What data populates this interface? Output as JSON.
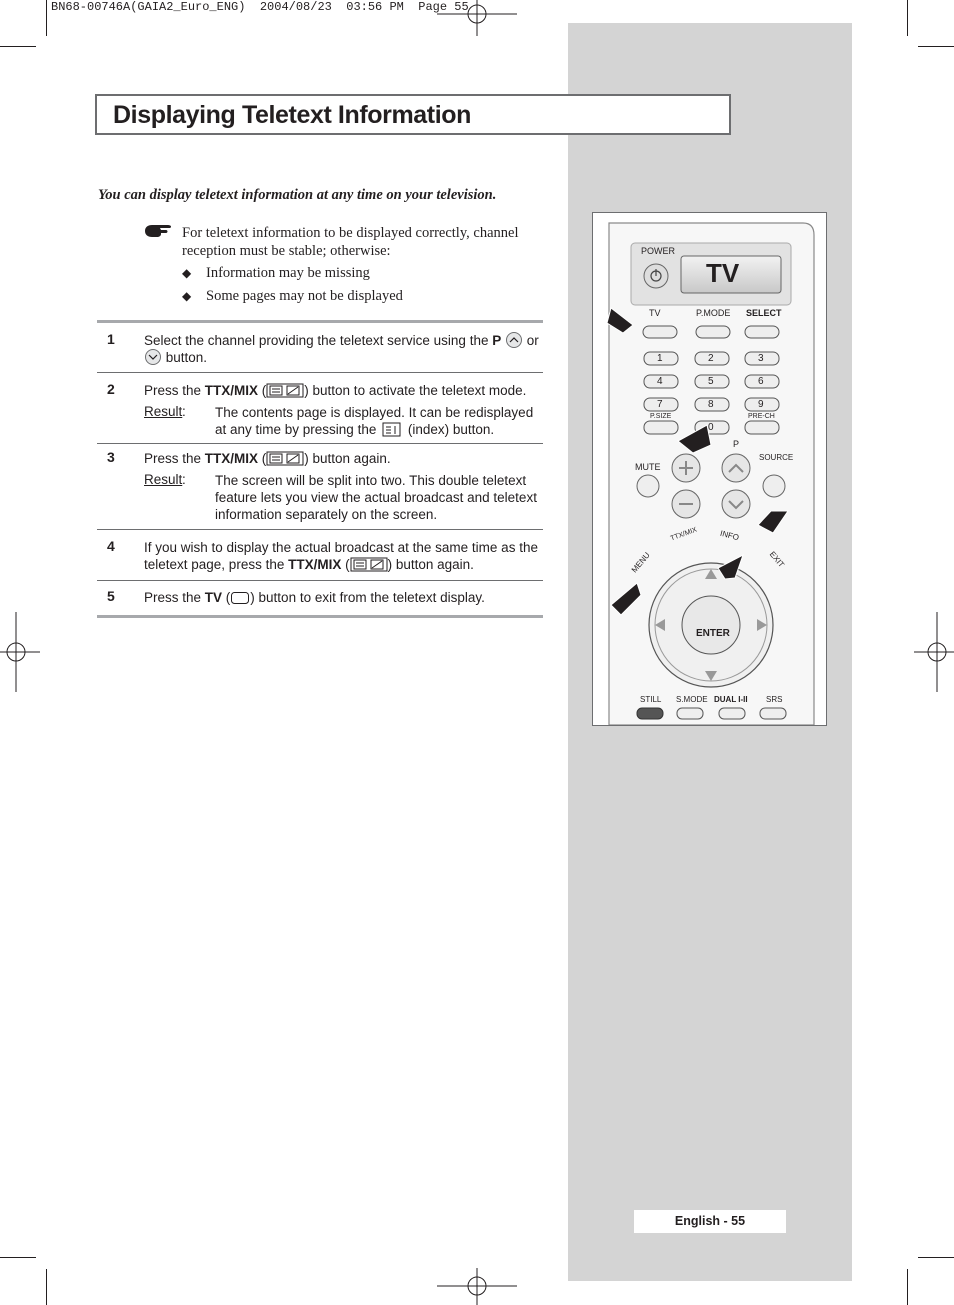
{
  "header": {
    "line": "BN68-00746A(GAIA2_Euro_ENG)  2004/08/23  03:56 PM  Page 55"
  },
  "page": {
    "title": "Displaying Teletext Information",
    "intro": "You can display teletext information at any time on your television.",
    "note": {
      "text": "For teletext information to be displayed correctly, channel reception must be stable; otherwise:",
      "bullets": [
        "Information may be missing",
        "Some pages may not be displayed"
      ]
    },
    "steps": [
      {
        "num": "1",
        "a": "Select the channel providing the teletext service using the ",
        "b": "P",
        "c": " or",
        "d": " button."
      },
      {
        "num": "2",
        "a": "Press the ",
        "b": "TTX/MIX",
        "c": " (",
        "d": ") button to activate the teletext mode.",
        "result_label": "Result",
        "result": "The contents page is displayed. It can be redisplayed at any time by pressing the",
        "result_tail": "(index) button."
      },
      {
        "num": "3",
        "a": "Press the ",
        "b": "TTX/MIX",
        "c": " (",
        "d": ") button again.",
        "result_label": "Result",
        "result": "The screen will be split into two. This double teletext feature lets you view the actual broadcast and teletext information separately on the screen."
      },
      {
        "num": "4",
        "a": "If you wish to display the actual broadcast at the same time as the teletext page, press the ",
        "b": "TTX/MIX",
        "c": " (",
        "d": ") button again."
      },
      {
        "num": "5",
        "a": "Press the ",
        "b": "TV",
        "c": " (",
        "d": ") button to exit from the teletext display."
      }
    ],
    "footer": "English - 55"
  },
  "remote": {
    "power": "POWER",
    "tv": "TV",
    "tv_label": "TV",
    "pmode": "P.MODE",
    "select": "SELECT",
    "digits": [
      "1",
      "2",
      "3",
      "4",
      "5",
      "6",
      "7",
      "8",
      "9",
      "0"
    ],
    "psize": "P.SIZE",
    "prech": "PRE-CH",
    "mute": "MUTE",
    "p": "P",
    "source": "SOURCE",
    "menu": "MENU",
    "ttxmix": "TTX/MIX",
    "info": "INFO",
    "exit": "EXIT",
    "enter": "ENTER",
    "still": "STILL",
    "smode": "S.MODE",
    "dual": "DUAL I-II",
    "srs": "SRS"
  }
}
